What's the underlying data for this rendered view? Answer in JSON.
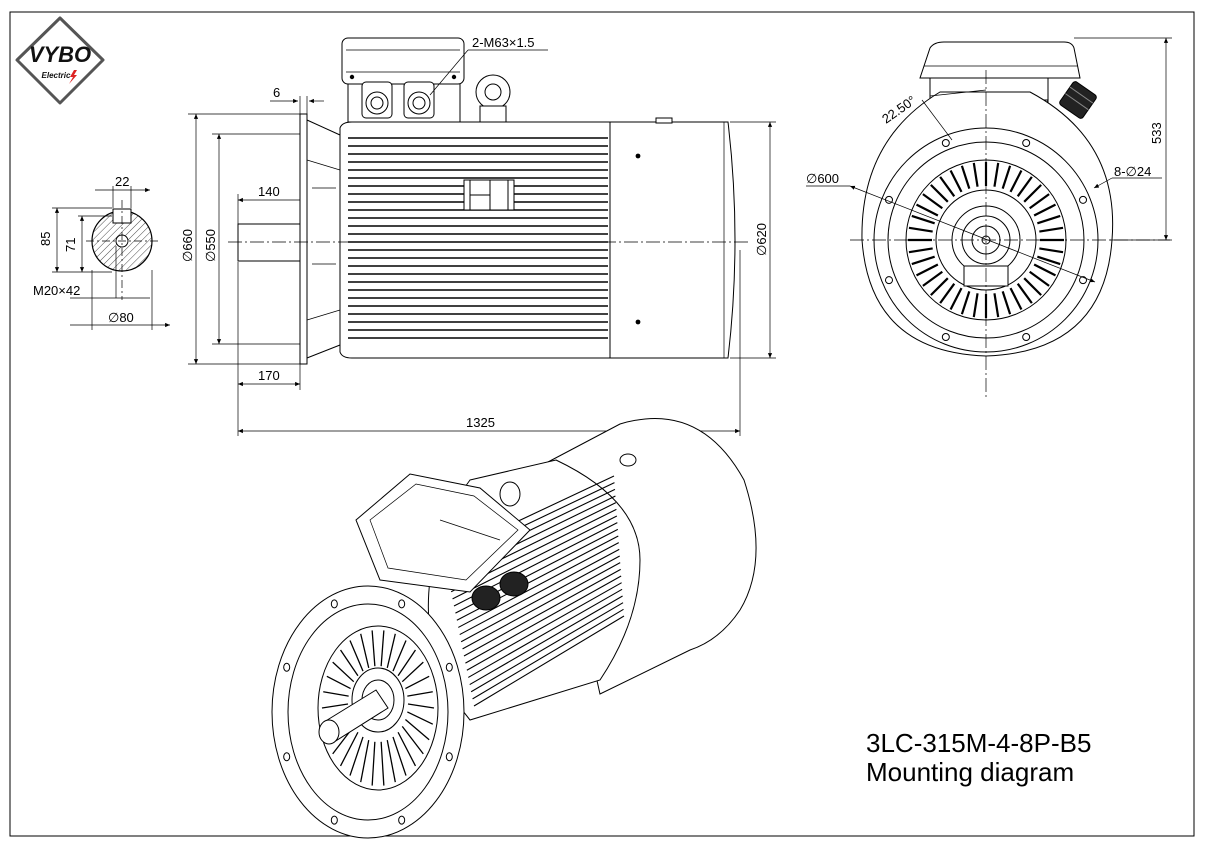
{
  "brand": {
    "logo_text": "VYBO",
    "logo_subtext": "Electric"
  },
  "title": {
    "model": "3LC-315M-4-8P-B5",
    "subtitle": "Mounting diagram"
  },
  "dimensions": {
    "gland_note": "2-M63×1.5",
    "flange_thickness": "6",
    "key_width": "22",
    "shaft_length": "140",
    "key_height": "85",
    "shaft_center_height": "71",
    "center_thread": "M20×42",
    "shaft_diameter": "∅80",
    "flange_diameter": "∅660",
    "spigot_diameter": "∅550",
    "body_diameter": "∅620",
    "shaft_extension": "170",
    "total_length": "1325",
    "pcd_diameter": "∅600",
    "bolt_holes": "8-∅24",
    "hole_angle": "22.50°",
    "total_height": "533"
  }
}
